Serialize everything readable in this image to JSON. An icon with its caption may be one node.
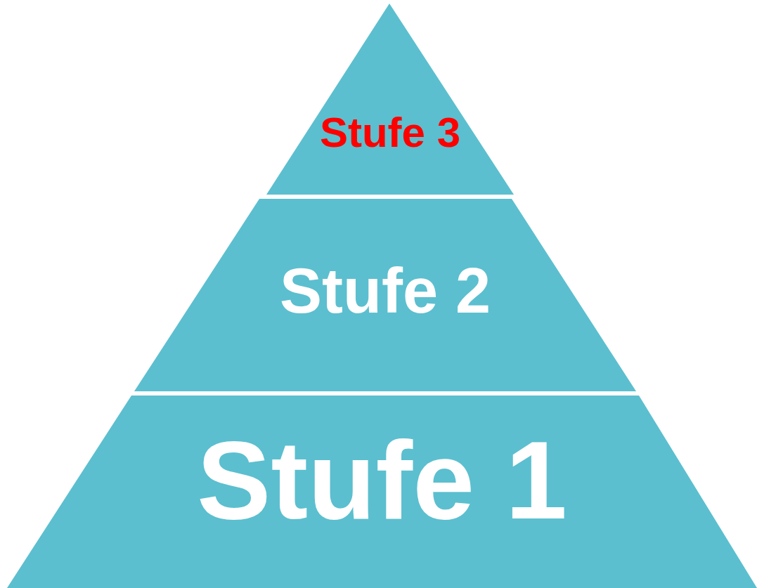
{
  "diagram": {
    "nodes": [
      {
        "text": [
          "Stufe 3"
        ]
      },
      {
        "text": [
          "Stufe 2"
        ]
      },
      {
        "text": [
          "Stufe 1"
        ]
      }
    ]
  }
}
